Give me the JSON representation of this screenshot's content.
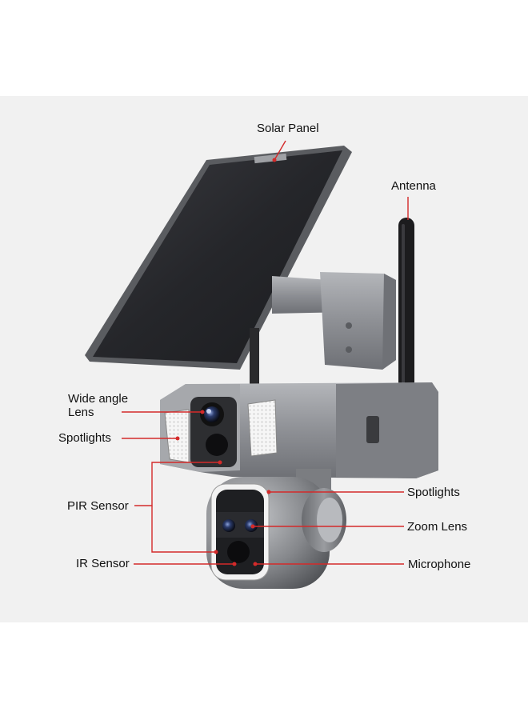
{
  "diagram": {
    "labels": {
      "solar_panel": "Solar Panel",
      "antenna": "Antenna",
      "wide_angle_lens_line1": "Wide angle",
      "wide_angle_lens_line2": "Lens",
      "spotlights_left": "Spotlights",
      "pir_sensor": "PIR Sensor",
      "ir_sensor": "IR Sensor",
      "spotlights_right": "Spotlights",
      "zoom_lens": "Zoom Lens",
      "microphone": "Microphone"
    },
    "colors": {
      "background": "#f1f1f1",
      "leader_line": "#d42a2a",
      "solar_panel": "#2a2b2f",
      "housing": "#8c8e92",
      "antenna": "#1c1c1e"
    }
  }
}
